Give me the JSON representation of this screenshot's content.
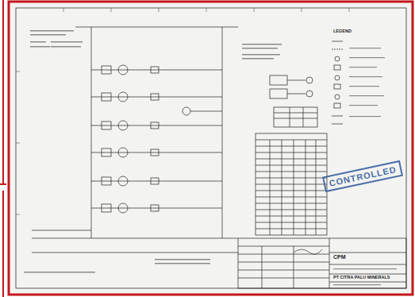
{
  "diagram": {
    "nodes": [
      {
        "text": [
          "CONTROLLED"
        ]
      },
      {
        "text": [
          "CPM"
        ]
      },
      {
        "text": [
          "PT CITRA PALU MINERALS"
        ]
      }
    ],
    "labels": [
      "LEGEND"
    ]
  }
}
